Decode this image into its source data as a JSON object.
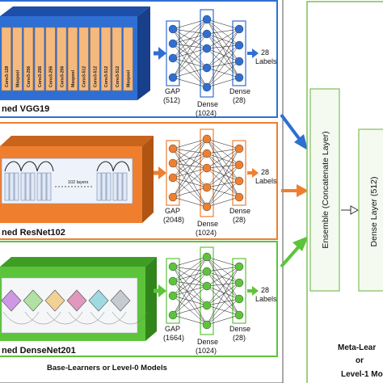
{
  "base_learners": {
    "vgg": {
      "title": "ned VGG19",
      "blocks": [
        "Conv3-128",
        "Maxpool",
        "Conv3-256",
        "Conv3-256",
        "Conv3-256",
        "Conv3-256",
        "Maxpool",
        "Conv3-512",
        "Conv3-512",
        "Conv3-512",
        "Conv3-512",
        "Maxpool"
      ],
      "gap_label": "GAP",
      "gap_size": "(512)",
      "dense1_label": "Dense",
      "dense1_size": "(1024)",
      "dense2_label": "Dense",
      "dense2_size": "(28)",
      "output_count": "28",
      "output_label": "Labels",
      "colors": {
        "face": "#2f6fd3",
        "top": "#1d4fa8",
        "side": "#173f8a",
        "block": "#f5b97e",
        "node": "#2f6fd3",
        "frame": "#2f6fd3"
      }
    },
    "resnet": {
      "title": "ned ResNet102",
      "inner_label": "102 layers",
      "gap_label": "GAP",
      "gap_size": "(2048)",
      "dense1_label": "Dense",
      "dense1_size": "(1024)",
      "dense2_label": "Dense",
      "dense2_size": "(28)",
      "output_count": "28",
      "output_label": "Labels",
      "colors": {
        "face": "#ef7f2f",
        "top": "#c9641c",
        "side": "#b05414",
        "node": "#ef7f2f",
        "frame": "#ef7f2f"
      }
    },
    "densenet": {
      "title": "ned DenseNet201",
      "gap_label": "GAP",
      "gap_size": "(1664)",
      "dense1_label": "Dense",
      "dense1_size": "(1024)",
      "dense2_label": "Dense",
      "dense2_size": "(28)",
      "output_count": "28",
      "output_label": "Labels",
      "colors": {
        "face": "#5cc43a",
        "top": "#3f9d24",
        "side": "#32851b",
        "node": "#5cc43a",
        "frame": "#5cc43a"
      }
    },
    "footer": "Base-Learners or Level-0 Models"
  },
  "meta_learner": {
    "ensemble_label": "Ensemble (Concatenate Layer)",
    "dense_label": "Dense Layer (512)",
    "footer_line1": "Meta-Lear",
    "footer_line2": "or",
    "footer_line3": "Level-1 Mo",
    "colors": {
      "frame": "#7fbf5a",
      "box": "#f4faf0"
    }
  },
  "colors": {
    "blue": "#2f6fd3",
    "orange": "#ef7f2f",
    "green": "#5cc43a"
  }
}
